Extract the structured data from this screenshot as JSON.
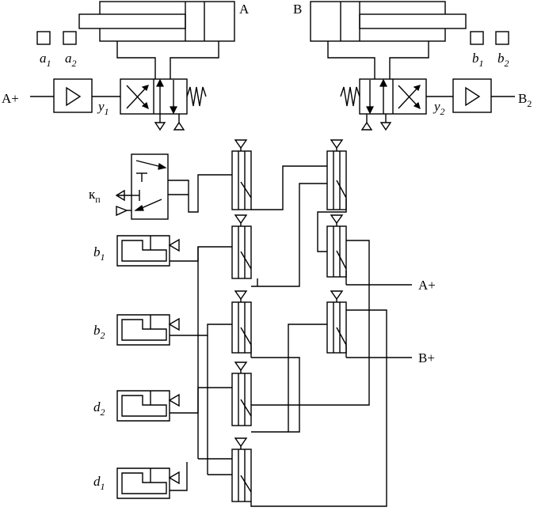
{
  "cylinders": {
    "a": {
      "name": "A",
      "sensor_left": "a",
      "sensor_left_sub": "1",
      "sensor_right": "a",
      "sensor_right_sub": "2",
      "solenoid": "y",
      "solenoid_sub": "1",
      "input": "A+"
    },
    "b": {
      "name": "B",
      "sensor_left": "b",
      "sensor_left_sub": "1",
      "sensor_right": "b",
      "sensor_right_sub": "2",
      "solenoid": "y",
      "solenoid_sub": "2",
      "input": "B",
      "input_sub": "2"
    }
  },
  "switch": {
    "label": "к",
    "label_sub": "п"
  },
  "sensors": [
    {
      "letter": "b",
      "sub": "1"
    },
    {
      "letter": "b",
      "sub": "2"
    },
    {
      "letter": "d",
      "sub": "2"
    },
    {
      "letter": "d",
      "sub": "1"
    }
  ],
  "outputs": {
    "a_plus": "A+",
    "b_plus": "B+"
  }
}
